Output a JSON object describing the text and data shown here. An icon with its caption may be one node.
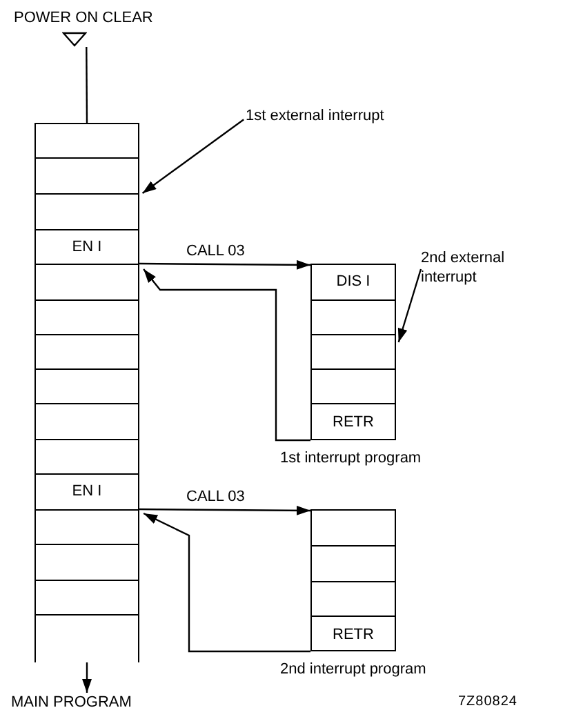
{
  "diagram": {
    "nodes": [
      {
        "text": [
          "POWER ON CLEAR"
        ]
      },
      {
        "text": [],
        "shape": "box"
      },
      {
        "text": [],
        "shape": "box",
        "in": 1
      },
      {
        "text": [],
        "shape": "box",
        "in": 1
      },
      {
        "text": [],
        "shape": "box",
        "in": 1
      },
      {
        "text": [
          "EN I"
        ],
        "in": 1
      },
      {
        "text": [],
        "shape": "box",
        "in": 1
      },
      {
        "text": [],
        "shape": "box",
        "in": 1
      },
      {
        "text": [],
        "shape": "box",
        "in": 1
      },
      {
        "text": [],
        "shape": "box",
        "in": 1
      },
      {
        "text": [],
        "shape": "box",
        "in": 1
      },
      {
        "text": [],
        "shape": "box",
        "in": 1
      },
      {
        "text": [
          "EN I"
        ],
        "in": 1
      },
      {
        "text": [],
        "shape": "box",
        "in": 1
      },
      {
        "text": [],
        "shape": "box",
        "in": 1
      },
      {
        "text": [],
        "shape": "box",
        "in": 1
      },
      {
        "text": [
          "1st external interrupt"
        ]
      },
      {
        "text": [],
        "shape": "box",
        "beside": [
          "1st interrupt program"
        ]
      },
      {
        "text": [
          "DIS I"
        ],
        "in": 17
      },
      {
        "text": [],
        "shape": "box",
        "in": 17
      },
      {
        "text": [],
        "shape": "box",
        "in": 17
      },
      {
        "text": [],
        "shape": "box",
        "in": 17
      },
      {
        "text": [
          "RETR"
        ],
        "in": 17
      },
      {
        "text": [
          "2nd external interrupt"
        ]
      },
      {
        "text": [],
        "shape": "box",
        "beside": [
          "2nd interrupt program"
        ]
      },
      {
        "text": [],
        "shape": "box",
        "in": 24
      },
      {
        "text": [],
        "shape": "box",
        "in": 24
      },
      {
        "text": [],
        "shape": "box",
        "in": 24
      },
      {
        "text": [
          "RETR"
        ],
        "in": 24
      },
      {
        "text": [
          "MAIN PROGRAM"
        ]
      }
    ],
    "edges": [
      {
        "from": 0,
        "to": 1,
        "arrow": "none"
      },
      {
        "from": 1,
        "to": 17,
        "arrow": "to",
        "label": "CALL 03"
      },
      {
        "from": 17,
        "to": 1,
        "arrow": "to"
      },
      {
        "from": 1,
        "to": 24,
        "arrow": "to",
        "label": "CALL 03"
      },
      {
        "from": 24,
        "to": 1,
        "arrow": "to"
      },
      {
        "from": 16,
        "to": 1,
        "arrow": "to"
      },
      {
        "from": 23,
        "to": 17,
        "arrow": "to"
      },
      {
        "from": 1,
        "to": 29,
        "arrow": "to"
      }
    ],
    "labels": [
      "7Z80824"
    ]
  }
}
